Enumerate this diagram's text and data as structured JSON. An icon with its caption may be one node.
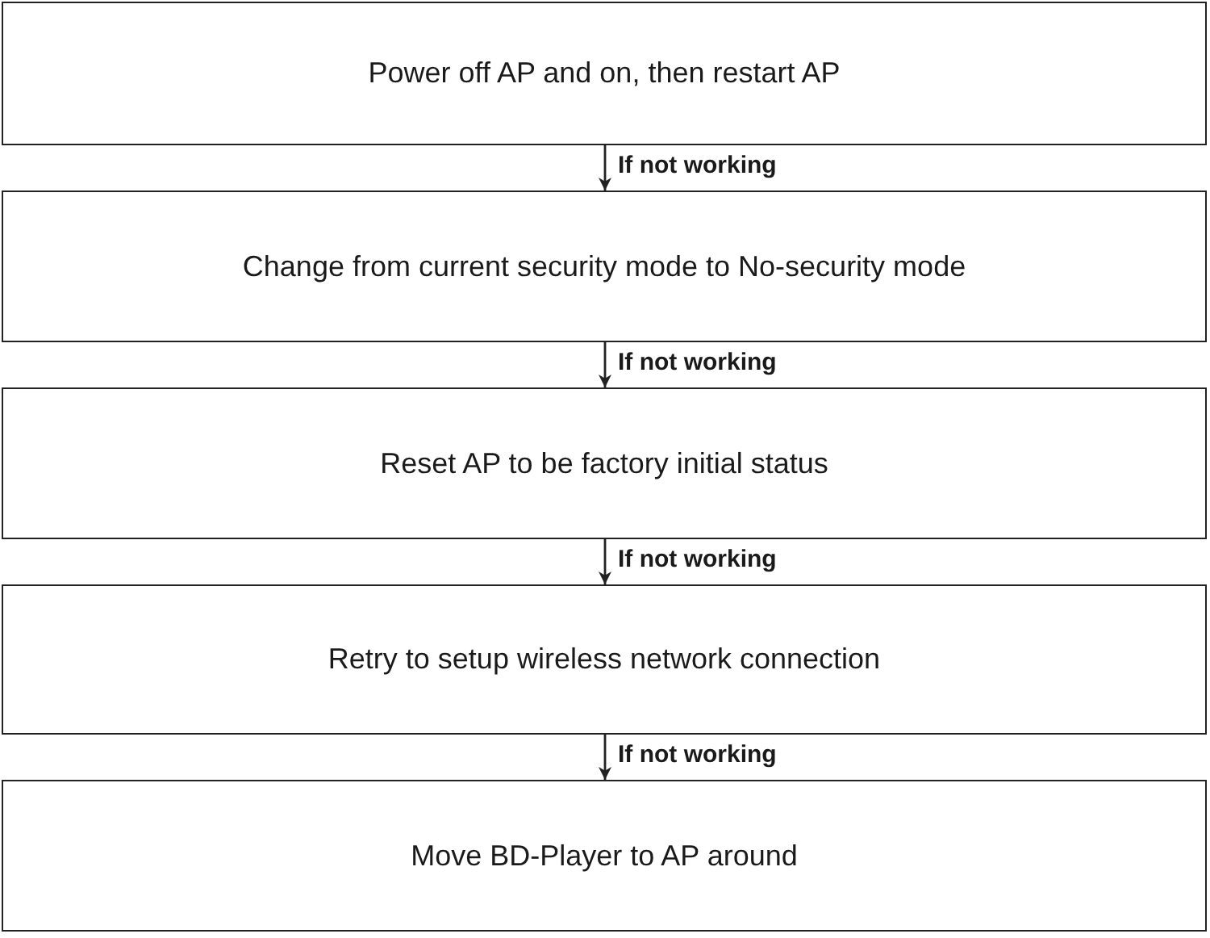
{
  "diagram": {
    "nodes": [
      {
        "text": [
          "Power off AP and on, then restart AP"
        ]
      },
      {
        "text": [
          "Change from current security mode to No-security mode"
        ]
      },
      {
        "text": [
          "Reset AP to be factory initial status"
        ]
      },
      {
        "text": [
          "Retry to setup wireless network connection"
        ]
      },
      {
        "text": [
          "Move BD-Player to AP around"
        ]
      }
    ],
    "edges": [
      {
        "from": 0,
        "to": 1,
        "arrow": "to",
        "label": "If not working"
      },
      {
        "from": 1,
        "to": 2,
        "arrow": "to",
        "label": "If not working"
      },
      {
        "from": 2,
        "to": 3,
        "arrow": "to",
        "label": "If not working"
      },
      {
        "from": 3,
        "to": 4,
        "arrow": "to",
        "label": "If not working"
      }
    ]
  }
}
